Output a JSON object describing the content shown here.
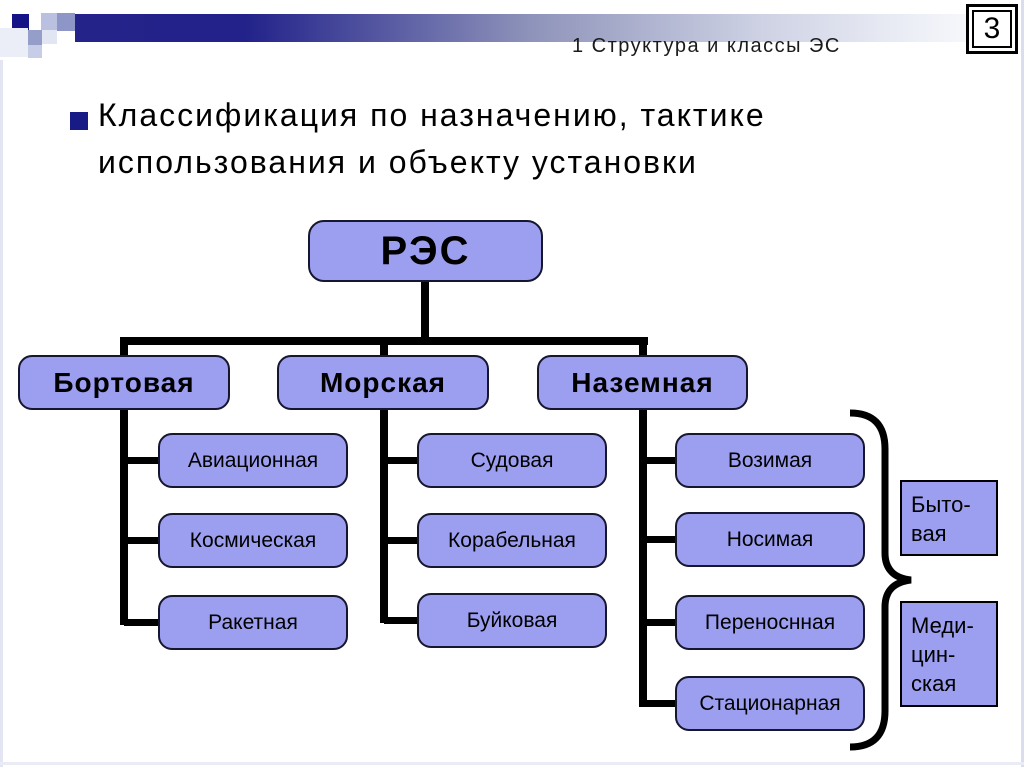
{
  "header": {
    "title": "1 Структура и классы ЭС",
    "page_number": "3"
  },
  "bullet": {
    "line1": "Классификация по назначению, тактике",
    "line2": "использования и объекту установки"
  },
  "tree": {
    "root": "РЭС",
    "branches": [
      {
        "label": "Бортовая",
        "children": [
          "Авиационная",
          "Космическая",
          "Ракетная"
        ]
      },
      {
        "label": "Морская",
        "children": [
          "Судовая",
          "Корабельная",
          "Буйковая"
        ]
      },
      {
        "label": "Наземная",
        "children": [
          "Возимая",
          "Носимая",
          "Переноснная",
          "Стационарная"
        ]
      }
    ],
    "side_boxes": [
      {
        "lines": [
          "Быто-",
          "вая"
        ]
      },
      {
        "lines": [
          "Меди-",
          "цин-",
          "ская"
        ]
      }
    ]
  },
  "colors": {
    "node_fill": "#9c9ef0",
    "node_border": "#16162e",
    "connector": "#000000",
    "banner_dark": "#23238a",
    "bullet_square": "#181a85"
  }
}
